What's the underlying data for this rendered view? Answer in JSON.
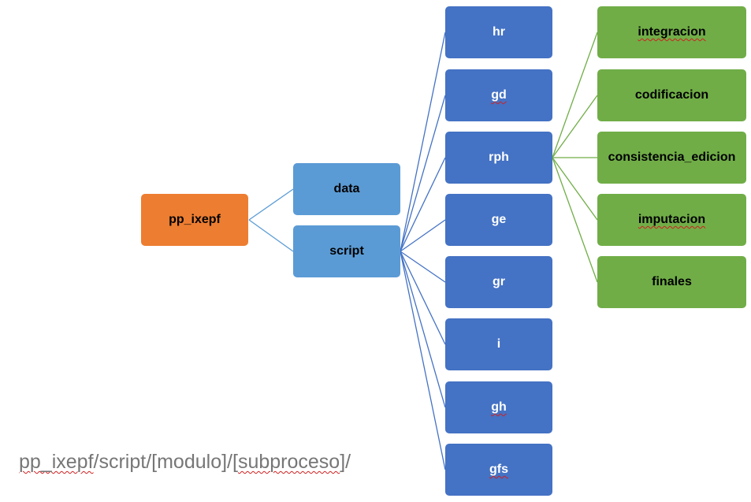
{
  "colors": {
    "root": "#ed7d31",
    "level1": "#5b9bd5",
    "level2": "#4472c4",
    "level3": "#70ad47",
    "level1_connector": "#5b9bd5",
    "level2_connector": "#4472c4",
    "level3_connector": "#70ad47",
    "caption": "#767676",
    "spellcheck": "#d02020"
  },
  "tree": {
    "root": {
      "label": "pp_ixepf"
    },
    "level1": [
      {
        "label": "data"
      },
      {
        "label": "script"
      }
    ],
    "level2": [
      {
        "label": "hr"
      },
      {
        "label": "gd"
      },
      {
        "label": "rph"
      },
      {
        "label": "ge"
      },
      {
        "label": "gr"
      },
      {
        "label": "i"
      },
      {
        "label": "gh"
      },
      {
        "label": "gfs"
      }
    ],
    "level3": [
      {
        "label": "integracion"
      },
      {
        "label": "codificacion"
      },
      {
        "label": "consistencia_edicion"
      },
      {
        "label": "imputacion"
      },
      {
        "label": "finales"
      }
    ]
  },
  "caption": {
    "part1": "pp_ixepf",
    "part2": "/script/[modulo]/[",
    "part3": "subproceso",
    "part4": "]/"
  }
}
